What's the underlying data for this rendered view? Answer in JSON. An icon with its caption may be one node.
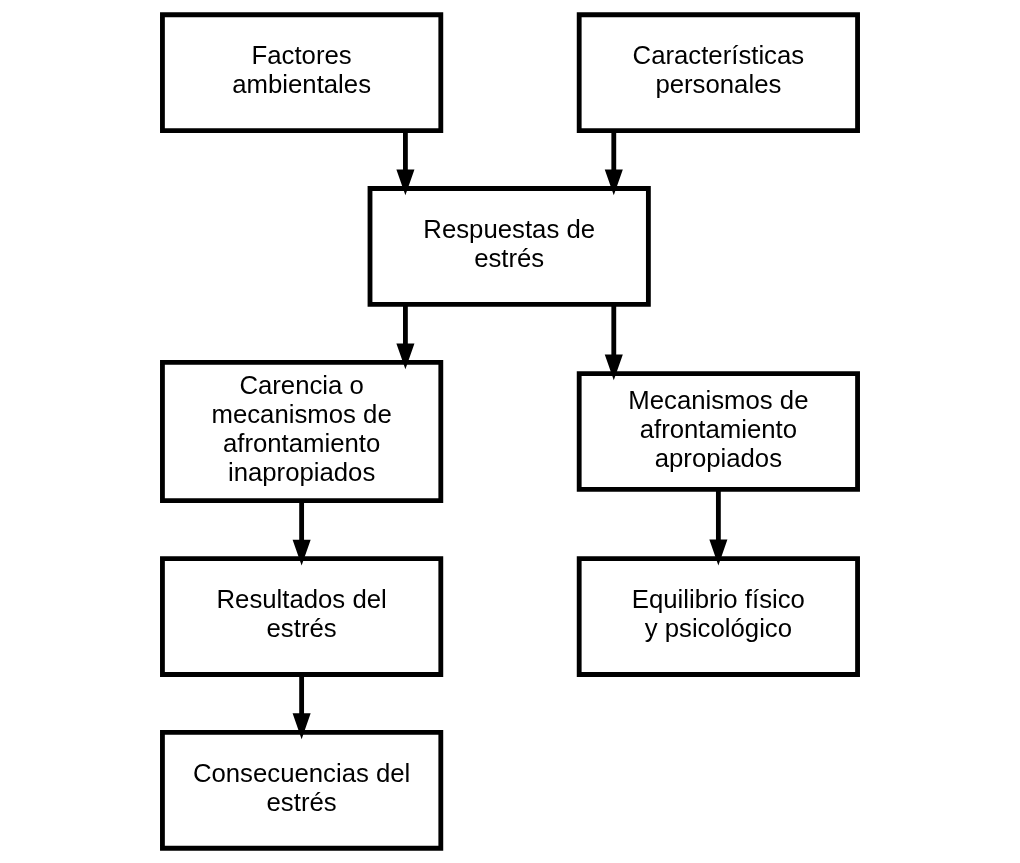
{
  "diagram": {
    "nodes": [
      {
        "text": [
          "Factores ambientales"
        ]
      },
      {
        "text": [
          "Características personales"
        ]
      },
      {
        "text": [
          "Respuestas de estrés"
        ]
      },
      {
        "text": [
          "Carencia o mecanismos de afrontamiento inapropiados"
        ]
      },
      {
        "text": [
          "Mecanismos de afrontamiento apropiados"
        ]
      },
      {
        "text": [
          "Resultados del estrés"
        ]
      },
      {
        "text": [
          "Equilibrio físico y psicológico"
        ]
      },
      {
        "text": [
          "Consecuencias del estrés"
        ]
      }
    ],
    "edges": [
      {
        "from": 0,
        "to": 2,
        "arrow": "to"
      },
      {
        "from": 1,
        "to": 2,
        "arrow": "to"
      },
      {
        "from": 2,
        "to": 3,
        "arrow": "to"
      },
      {
        "from": 2,
        "to": 4,
        "arrow": "to"
      },
      {
        "from": 3,
        "to": 5,
        "arrow": "to"
      },
      {
        "from": 4,
        "to": 6,
        "arrow": "to"
      },
      {
        "from": 5,
        "to": 7,
        "arrow": "to"
      }
    ]
  }
}
